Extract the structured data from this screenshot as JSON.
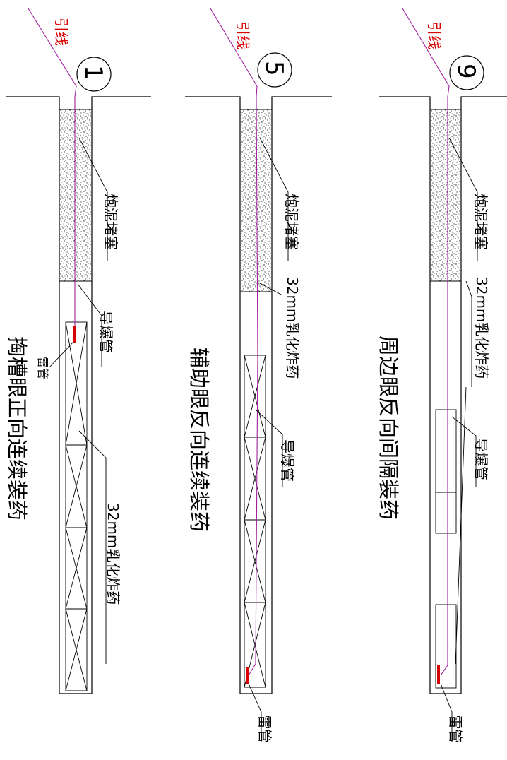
{
  "colors": {
    "lead_wire": "#a020a0",
    "detonator": "#d80000",
    "lead_label": "#d80000"
  },
  "panels": [
    {
      "number": "1",
      "title": "掏槽眼正向连续装药",
      "lead_wire": "引线",
      "stemming": "炮泥堵塞",
      "detonating_cord": "导爆管",
      "detonator": "雷管",
      "explosive": "32mm乳化炸药"
    },
    {
      "number": "5",
      "title": "辅助眼反向连续装药",
      "lead_wire": "引线",
      "stemming": "炮泥堵塞",
      "detonating_cord": "导爆管",
      "detonator": "雷管",
      "explosive": "32mm乳化炸药"
    },
    {
      "number": "9",
      "title": "周边眼反向间隔装药",
      "lead_wire": "引线",
      "stemming": "炮泥堵塞",
      "detonating_cord": "导爆管",
      "detonator": "雷管",
      "explosive": "32mm乳化炸药"
    }
  ]
}
